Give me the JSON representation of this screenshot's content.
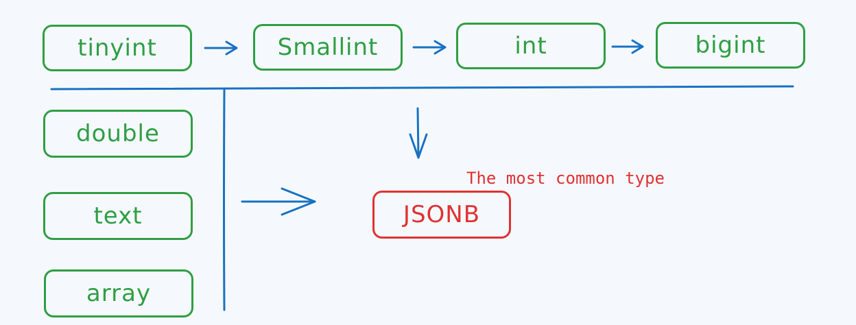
{
  "nodes": {
    "tinyint": "tinyint",
    "smallint": "Smallint",
    "int": "int",
    "bigint": "bigint",
    "double": "double",
    "text": "text",
    "array": "array",
    "jsonb": "JSONB"
  },
  "note": "The most common type",
  "colors": {
    "green": "#2f9e44",
    "blue": "#1971c2",
    "red": "#e03131",
    "background": "#f5f9fd"
  }
}
